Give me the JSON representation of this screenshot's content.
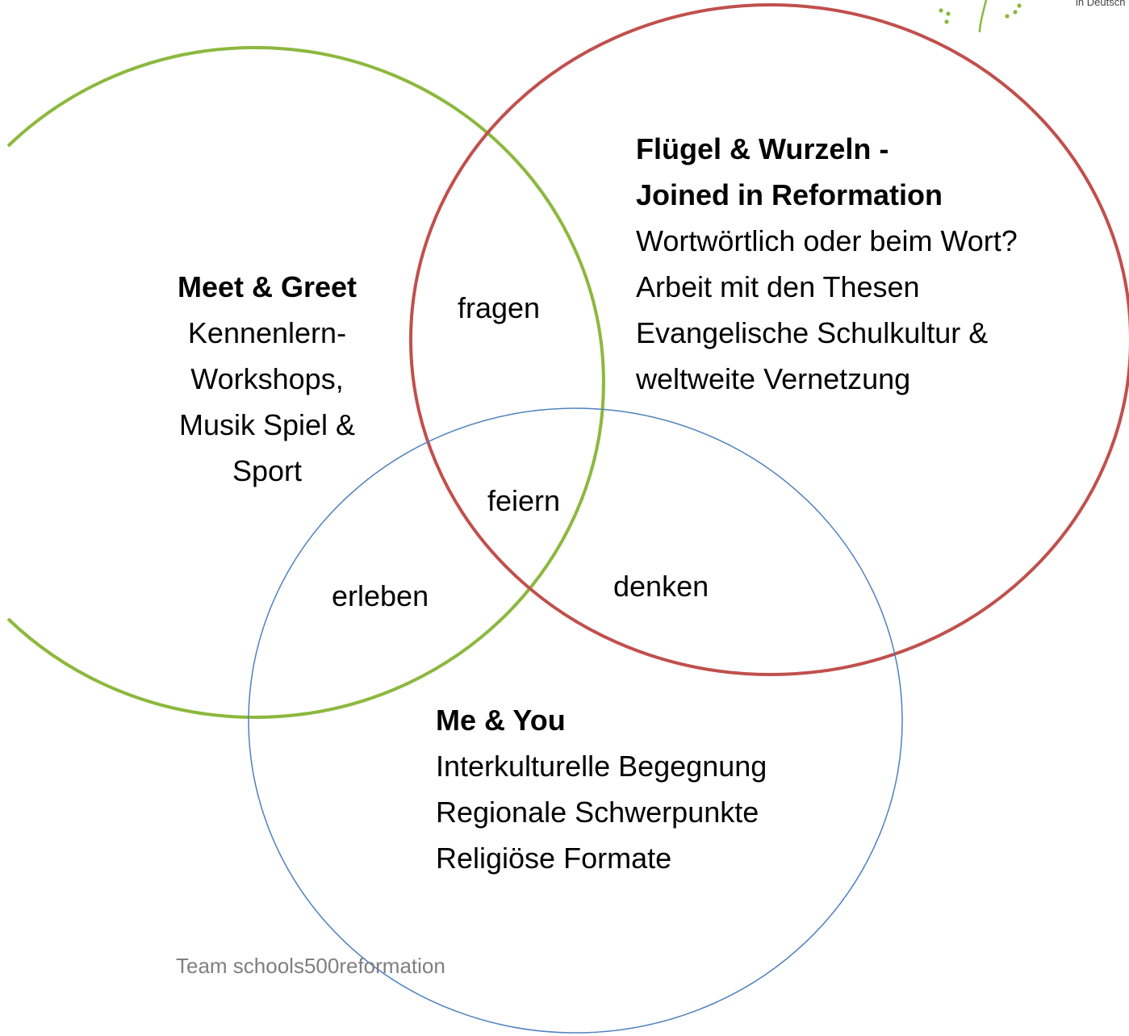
{
  "colors": {
    "green_circle": "#8cb83e",
    "red_circle": "#c0504d",
    "blue_circle": "#4f81bd",
    "logo_green": "#8cb83e",
    "footer_text": "#7f7f7f"
  },
  "logo": {
    "caption": "in Deutsch"
  },
  "green_set": {
    "title": "Meet & Greet",
    "lines": [
      "Kennenlern-",
      "Workshops,",
      "Musik Spiel &",
      "Sport"
    ]
  },
  "red_set": {
    "title_lines": [
      "Flügel & Wurzeln -",
      "Joined in Reformation"
    ],
    "lines": [
      "Wortwörtlich oder beim Wort?",
      "Arbeit mit den Thesen",
      "Evangelische Schulkultur &",
      "weltweite Vernetzung"
    ]
  },
  "blue_set": {
    "title": "Me & You",
    "lines": [
      "Interkulturelle Begegnung",
      "Regionale Schwerpunkte",
      "Religiöse Formate"
    ]
  },
  "overlaps": {
    "green_red": "fragen",
    "all_three": "feiern",
    "green_blue": "erleben",
    "red_blue": "denken"
  },
  "footer": "Team schools500reformation"
}
